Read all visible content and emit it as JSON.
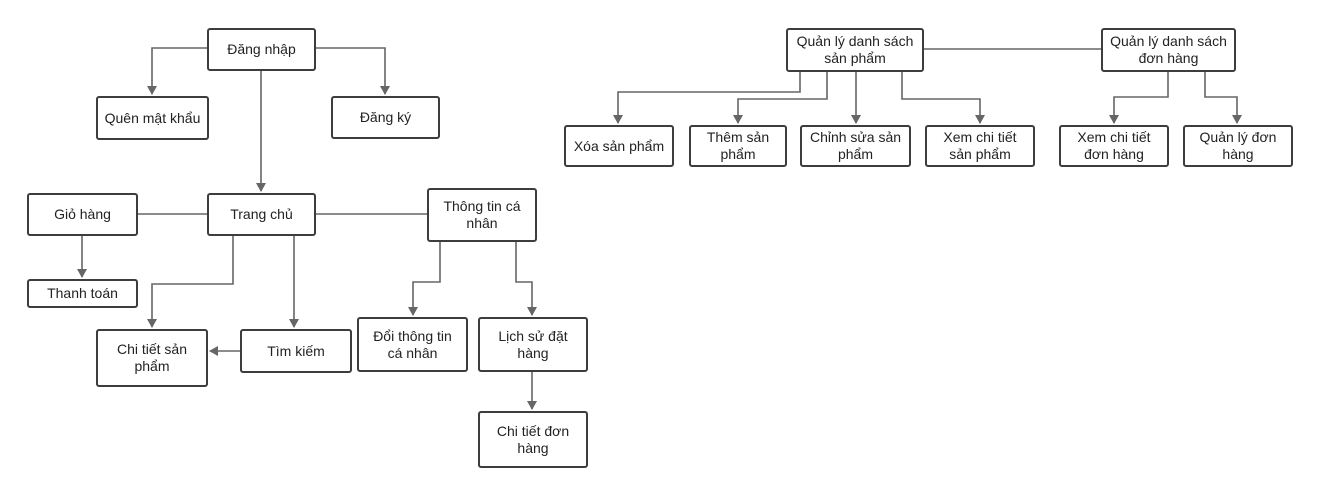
{
  "colors": {
    "line": "#666666",
    "border": "#3d3d3d",
    "text": "#222222",
    "background": "#ffffff"
  },
  "nodes": {
    "dang_nhap": "Đăng nhập",
    "quen_mat_khau": "Quên mật khẩu",
    "dang_ky": "Đăng ký",
    "trang_chu": "Trang chủ",
    "gio_hang": "Giỏ hàng",
    "thanh_toan": "Thanh toán",
    "thong_tin_ca_nhan": "Thông tin cá nhân",
    "chi_tiet_san_pham": "Chi tiết sản phẩm",
    "tim_kiem": "Tìm kiếm",
    "doi_thong_tin": "Đổi thông tin cá nhân",
    "lich_su_dat_hang": "Lịch sử đặt hàng",
    "chi_tiet_don_hang": "Chi tiết đơn hàng",
    "ql_san_pham": "Quản lý danh sách sản phẩm",
    "ql_don_hang": "Quản lý danh sách đơn hàng",
    "xoa_san_pham": "Xóa sản phẩm",
    "them_san_pham": "Thêm sản phẩm",
    "chinh_sua_san_pham": "Chỉnh sửa sản phẩm",
    "xem_chi_tiet_san_pham": "Xem chi tiết sản phẩm",
    "xem_chi_tiet_don_hang": "Xem chi tiết đơn hàng",
    "quan_ly_don_hang": "Quản lý đơn hàng"
  }
}
